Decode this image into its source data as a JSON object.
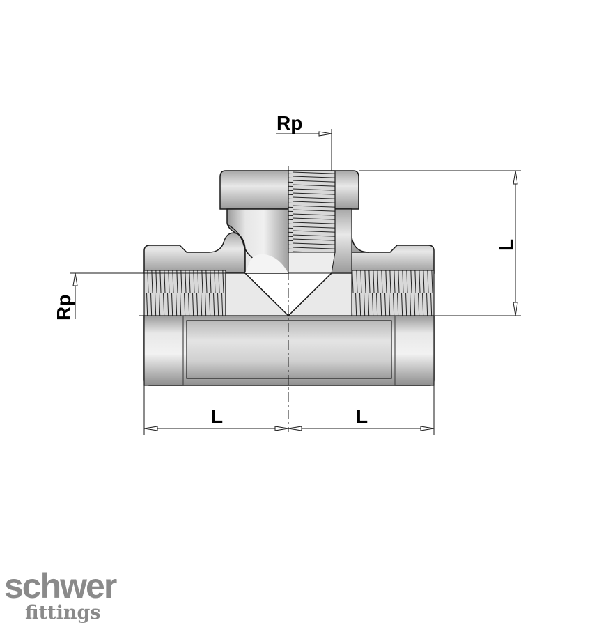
{
  "dimensions": {
    "thread_top": "Rp",
    "thread_left": "Rp",
    "length_vertical": "L",
    "length_left": "L",
    "length_right": "L"
  },
  "logo": {
    "line1": "schwer",
    "line2": "fittings"
  },
  "colors": {
    "body_light": "#e6e6e6",
    "body_mid": "#c8c8c8",
    "body_dark": "#8c8c8c",
    "logo_gray": "#8a8a8a",
    "outline": "#1a1a1a"
  }
}
